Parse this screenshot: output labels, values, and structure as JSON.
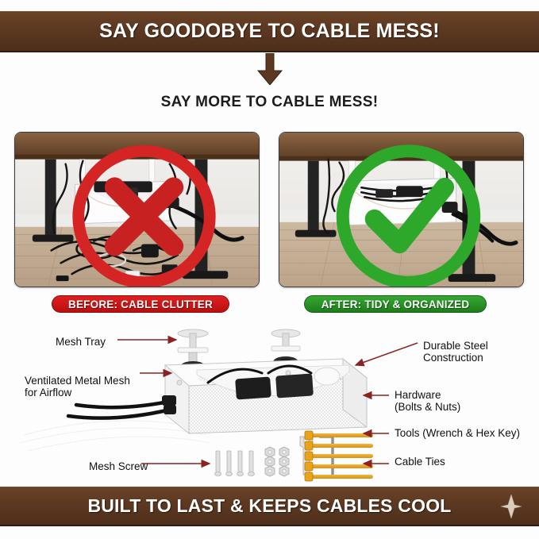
{
  "banners": {
    "top": "SAY GOODOBYE TO CABLE MESS!",
    "bottom": "BUILT TO LAST & KEEPS CABLES COOL",
    "sparkle_icon": "diamond-sparkle-icon",
    "bg_color": "#5c3821",
    "text_color": "#ffffff"
  },
  "arrow": {
    "icon": "down-arrow-icon",
    "color": "#5c3821"
  },
  "subtitle": "SAY MORE TO CABLE MESS!",
  "comparison": {
    "before": {
      "badge_icon": "red-cross-circle-icon",
      "badge_color": "#d42424",
      "caption": "BEFORE: CABLE CLUTTER",
      "caption_color": "#c81414",
      "scene": "Desk with white cable tray; tangled black cables piled on wood floor"
    },
    "after": {
      "badge_icon": "green-check-circle-icon",
      "badge_color": "#2da82a",
      "caption": "AFTER: TIDY & ORGANIZED",
      "caption_color": "#2a9127",
      "scene": "Same desk with cables neatly stored inside the under-desk mesh tray; clear floor"
    }
  },
  "diagram": {
    "product": "white under-desk cable management mesh tray with two clamps",
    "annotations": [
      {
        "id": "mesh-tray",
        "label": "Mesh Tray",
        "side": "left"
      },
      {
        "id": "ventilated-mesh",
        "label": "Ventilated Metal Mesh\nfor Airflow",
        "line1": "Ventilated Metal Mesh",
        "line2": "for Airflow",
        "side": "left"
      },
      {
        "id": "mesh-screw",
        "label": "Mesh Screw",
        "side": "left"
      },
      {
        "id": "durable-steel",
        "label": "Durable Steel\nConstruction",
        "line1": "Durable Steel",
        "line2": "Construction",
        "side": "right"
      },
      {
        "id": "hardware",
        "label": "Hardware\n(Bolts & Nuts)",
        "line1": "Hardware",
        "line2": "(Bolts & Nuts)",
        "side": "right"
      },
      {
        "id": "tools",
        "label": "Tools (Wrench & Hex Key)",
        "side": "right"
      },
      {
        "id": "cable-ties",
        "label": "Cable Ties",
        "side": "right"
      }
    ],
    "accessories": {
      "screws": 4,
      "nuts": 6,
      "wrench": 1,
      "hex_key": 1,
      "cable_ties": 5,
      "cable_tie_color": "#e8a317"
    },
    "arrow_color": "#8c2222"
  }
}
